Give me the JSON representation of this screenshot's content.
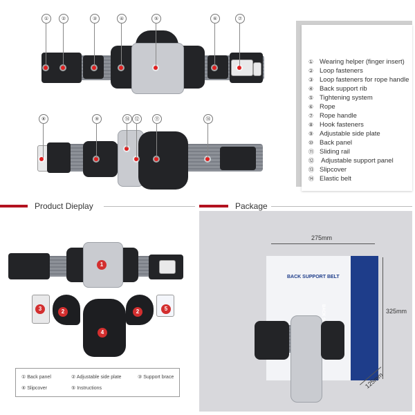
{
  "callouts_top": [
    "①",
    "②",
    "③",
    "④",
    "⑤",
    "⑥",
    "⑦"
  ],
  "callouts_mid": [
    "⑧",
    "⑨",
    "⑭",
    "⑫",
    "⑪",
    "⑭"
  ],
  "legend": [
    {
      "num": "①",
      "text": "Wearing helper (finger insert)"
    },
    {
      "num": "②",
      "text": "Loop fasteners"
    },
    {
      "num": "③",
      "text": "Loop fasteners for rope handle"
    },
    {
      "num": "④",
      "text": "Back support rib"
    },
    {
      "num": "⑤",
      "text": "Tightening system"
    },
    {
      "num": "⑥",
      "text": "Rope"
    },
    {
      "num": "⑦",
      "text": "Rope handle"
    },
    {
      "num": "⑧",
      "text": "Hook fasteners"
    },
    {
      "num": "⑨",
      "text": "Adjustable side plate"
    },
    {
      "num": "⑩",
      "text": "Back panel"
    },
    {
      "num": "⑪",
      "text": "Sliding rail"
    },
    {
      "num": "⑫",
      "text": " Adjustable support panel"
    },
    {
      "num": "⑬",
      "text": "Slipcover"
    },
    {
      "num": "⑭",
      "text": "Elastic belt"
    }
  ],
  "sections": {
    "product_display": "Product Dieplay",
    "package": "Package"
  },
  "display_badges": [
    "1",
    "3",
    "2",
    "2",
    "4",
    "5"
  ],
  "captions": [
    {
      "num": "①",
      "text": "Back panel"
    },
    {
      "num": "②",
      "text": "Adjustable side plate"
    },
    {
      "num": "③",
      "text": "Support brace"
    },
    {
      "num": "④",
      "text": "Slipcover"
    },
    {
      "num": "⑤",
      "text": "Instructions"
    }
  ],
  "package": {
    "width": "275mm",
    "height": "325mm",
    "depth": "125mm",
    "box_title": "BACK SUPPORT BELT",
    "box_side_text": "BACK SUPPORT BELT"
  },
  "colors": {
    "accent": "#b3121f",
    "marker": "#e02020",
    "box_blue": "#1e3d8a"
  }
}
